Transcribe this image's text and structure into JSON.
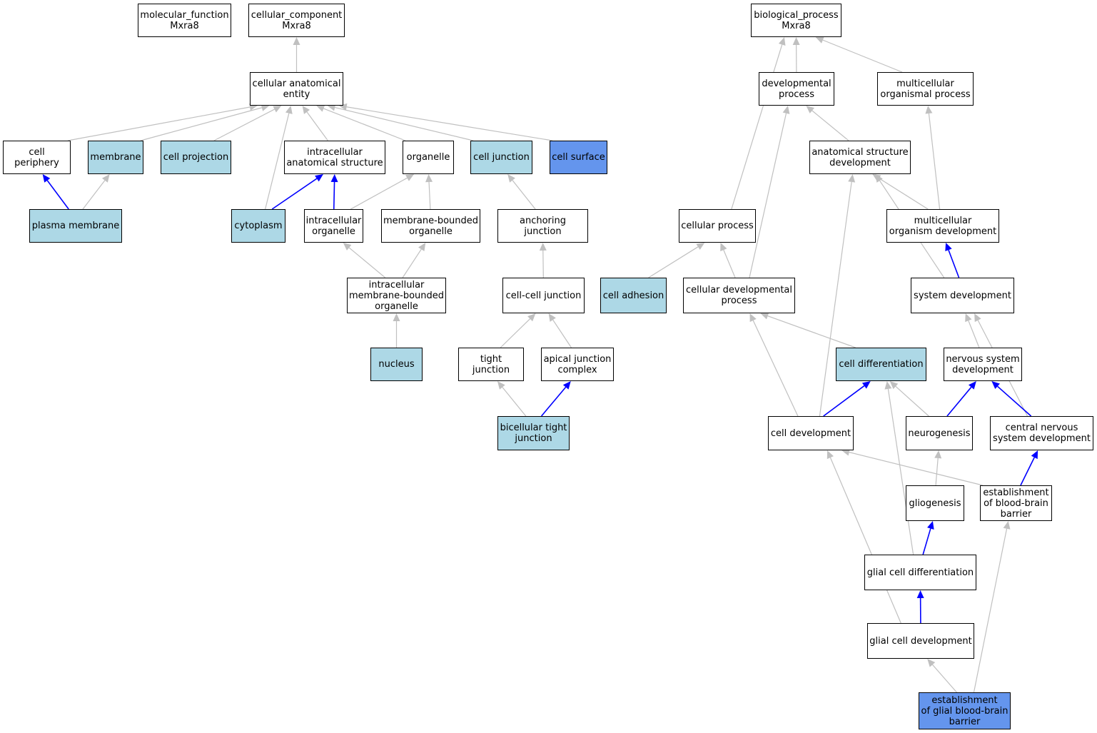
{
  "colors": {
    "edge_gray": "#c0c0c0",
    "edge_blue": "#0000ff",
    "fill_white": "#ffffff",
    "fill_light_blue": "#add8e6",
    "fill_cornflower_blue": "#6495ed"
  },
  "nodes": [
    {
      "id": "mf",
      "label": "molecular_function\nMxra8",
      "fill": "white"
    },
    {
      "id": "cc",
      "label": "cellular_component\nMxra8",
      "fill": "white"
    },
    {
      "id": "bp",
      "label": "biological_process\nMxra8",
      "fill": "white"
    },
    {
      "id": "cae",
      "label": "cellular anatomical\nentity",
      "fill": "white"
    },
    {
      "id": "devp",
      "label": "developmental\nprocess",
      "fill": "white"
    },
    {
      "id": "mop",
      "label": "multicellular\norganismal process",
      "fill": "white"
    },
    {
      "id": "cper",
      "label": "cell periphery",
      "fill": "white"
    },
    {
      "id": "memb",
      "label": "membrane",
      "fill": "light_blue"
    },
    {
      "id": "cproj",
      "label": "cell projection",
      "fill": "light_blue"
    },
    {
      "id": "ias",
      "label": "intracellular\nanatomical structure",
      "fill": "white"
    },
    {
      "id": "org",
      "label": "organelle",
      "fill": "white"
    },
    {
      "id": "cj",
      "label": "cell junction",
      "fill": "light_blue"
    },
    {
      "id": "csurf",
      "label": "cell surface",
      "fill": "cornflower_blue"
    },
    {
      "id": "asd",
      "label": "anatomical structure\ndevelopment",
      "fill": "white"
    },
    {
      "id": "pm",
      "label": "plasma membrane",
      "fill": "light_blue"
    },
    {
      "id": "cyto",
      "label": "cytoplasm",
      "fill": "light_blue"
    },
    {
      "id": "io",
      "label": "intracellular\norganelle",
      "fill": "white"
    },
    {
      "id": "mbo",
      "label": "membrane-bounded\norganelle",
      "fill": "white"
    },
    {
      "id": "aj",
      "label": "anchoring junction",
      "fill": "white"
    },
    {
      "id": "cp",
      "label": "cellular process",
      "fill": "white"
    },
    {
      "id": "mod",
      "label": "multicellular\norganism development",
      "fill": "white"
    },
    {
      "id": "imbo",
      "label": "intracellular\nmembrane-bounded\norganelle",
      "fill": "white"
    },
    {
      "id": "ccj",
      "label": "cell-cell junction",
      "fill": "white"
    },
    {
      "id": "cadh",
      "label": "cell adhesion",
      "fill": "light_blue"
    },
    {
      "id": "cdp",
      "label": "cellular developmental\nprocess",
      "fill": "white"
    },
    {
      "id": "sd",
      "label": "system development",
      "fill": "white"
    },
    {
      "id": "nuc",
      "label": "nucleus",
      "fill": "light_blue"
    },
    {
      "id": "tj",
      "label": "tight junction",
      "fill": "white"
    },
    {
      "id": "ajc",
      "label": "apical junction\ncomplex",
      "fill": "white"
    },
    {
      "id": "cdiff",
      "label": "cell differentiation",
      "fill": "light_blue"
    },
    {
      "id": "nsd",
      "label": "nervous system\ndevelopment",
      "fill": "white"
    },
    {
      "id": "btj",
      "label": "bicellular tight\njunction",
      "fill": "light_blue"
    },
    {
      "id": "cdev",
      "label": "cell development",
      "fill": "white"
    },
    {
      "id": "neuro",
      "label": "neurogenesis",
      "fill": "white"
    },
    {
      "id": "cnsd",
      "label": "central nervous\nsystem development",
      "fill": "white"
    },
    {
      "id": "glio",
      "label": "gliogenesis",
      "fill": "white"
    },
    {
      "id": "ebbb",
      "label": "establishment\nof blood-brain\nbarrier",
      "fill": "white"
    },
    {
      "id": "gcdiff",
      "label": "glial cell differentiation",
      "fill": "white"
    },
    {
      "id": "gcdev",
      "label": "glial cell development",
      "fill": "white"
    },
    {
      "id": "egbbb",
      "label": "establishment\nof glial blood-brain\nbarrier",
      "fill": "cornflower_blue"
    }
  ],
  "edges": [
    {
      "from": "cae",
      "to": "cc",
      "color": "gray"
    },
    {
      "from": "cper",
      "to": "cae",
      "color": "gray"
    },
    {
      "from": "memb",
      "to": "cae",
      "color": "gray"
    },
    {
      "from": "cproj",
      "to": "cae",
      "color": "gray"
    },
    {
      "from": "cyto",
      "to": "cae",
      "color": "gray"
    },
    {
      "from": "ias",
      "to": "cae",
      "color": "gray"
    },
    {
      "from": "org",
      "to": "cae",
      "color": "gray"
    },
    {
      "from": "cj",
      "to": "cae",
      "color": "gray"
    },
    {
      "from": "csurf",
      "to": "cae",
      "color": "gray"
    },
    {
      "from": "pm",
      "to": "cper",
      "color": "blue"
    },
    {
      "from": "pm",
      "to": "memb",
      "color": "gray"
    },
    {
      "from": "cyto",
      "to": "ias",
      "color": "blue"
    },
    {
      "from": "io",
      "to": "ias",
      "color": "blue"
    },
    {
      "from": "io",
      "to": "org",
      "color": "gray"
    },
    {
      "from": "mbo",
      "to": "org",
      "color": "gray"
    },
    {
      "from": "imbo",
      "to": "io",
      "color": "gray"
    },
    {
      "from": "imbo",
      "to": "mbo",
      "color": "gray"
    },
    {
      "from": "nuc",
      "to": "imbo",
      "color": "gray"
    },
    {
      "from": "aj",
      "to": "cj",
      "color": "gray"
    },
    {
      "from": "ccj",
      "to": "aj",
      "color": "gray"
    },
    {
      "from": "tj",
      "to": "ccj",
      "color": "gray"
    },
    {
      "from": "ajc",
      "to": "ccj",
      "color": "gray"
    },
    {
      "from": "btj",
      "to": "tj",
      "color": "gray"
    },
    {
      "from": "btj",
      "to": "ajc",
      "color": "blue"
    },
    {
      "from": "devp",
      "to": "bp",
      "color": "gray"
    },
    {
      "from": "mop",
      "to": "bp",
      "color": "gray"
    },
    {
      "from": "cp",
      "to": "bp",
      "color": "gray"
    },
    {
      "from": "asd",
      "to": "devp",
      "color": "gray"
    },
    {
      "from": "cdp",
      "to": "devp",
      "color": "gray"
    },
    {
      "from": "mod",
      "to": "mop",
      "color": "gray"
    },
    {
      "from": "mod",
      "to": "asd",
      "color": "gray"
    },
    {
      "from": "sd",
      "to": "asd",
      "color": "gray"
    },
    {
      "from": "cdev",
      "to": "asd",
      "color": "gray"
    },
    {
      "from": "cadh",
      "to": "cp",
      "color": "gray"
    },
    {
      "from": "cdp",
      "to": "cp",
      "color": "gray"
    },
    {
      "from": "sd",
      "to": "mod",
      "color": "blue"
    },
    {
      "from": "cdiff",
      "to": "cdp",
      "color": "gray"
    },
    {
      "from": "cdev",
      "to": "cdp",
      "color": "gray"
    },
    {
      "from": "nsd",
      "to": "sd",
      "color": "gray"
    },
    {
      "from": "cnsd",
      "to": "sd",
      "color": "gray"
    },
    {
      "from": "cdev",
      "to": "cdiff",
      "color": "blue"
    },
    {
      "from": "neuro",
      "to": "cdiff",
      "color": "gray"
    },
    {
      "from": "gcdiff",
      "to": "cdiff",
      "color": "gray"
    },
    {
      "from": "neuro",
      "to": "nsd",
      "color": "blue"
    },
    {
      "from": "cnsd",
      "to": "nsd",
      "color": "blue"
    },
    {
      "from": "glio",
      "to": "neuro",
      "color": "gray"
    },
    {
      "from": "ebbb",
      "to": "cnsd",
      "color": "blue"
    },
    {
      "from": "ebbb",
      "to": "cdev",
      "color": "gray"
    },
    {
      "from": "gcdiff",
      "to": "glio",
      "color": "blue"
    },
    {
      "from": "gcdev",
      "to": "gcdiff",
      "color": "blue"
    },
    {
      "from": "gcdev",
      "to": "cdev",
      "color": "gray"
    },
    {
      "from": "egbbb",
      "to": "gcdev",
      "color": "gray"
    },
    {
      "from": "egbbb",
      "to": "ebbb",
      "color": "gray"
    }
  ]
}
